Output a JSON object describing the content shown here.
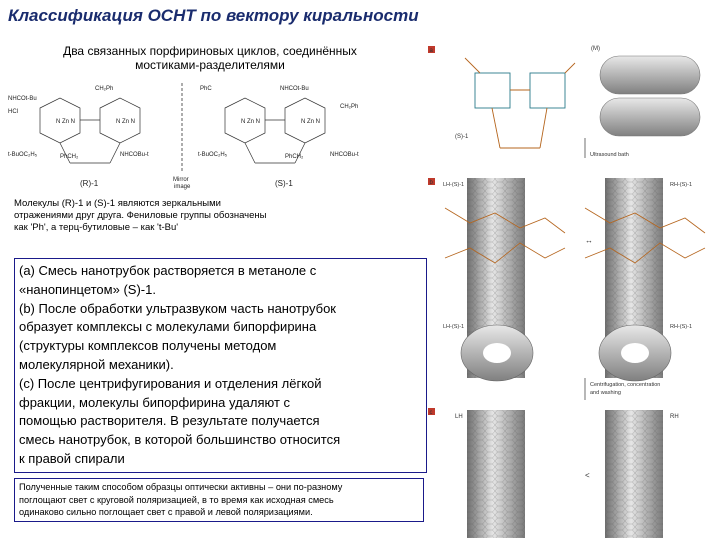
{
  "title": "Классификация ОСНТ по вектору киральности",
  "subtitle": {
    "line1": "Два связанных порфириновых циклов, соединённых",
    "line2": "мостиками-разделителями"
  },
  "chem": {
    "left_label": "(R)-1",
    "right_label": "(S)-1",
    "mirror_label_1": "Mirror",
    "mirror_label_2": "image",
    "groups_left": [
      "NHCOt-Bu",
      "CH₂Ph",
      "HCl",
      "PhCH₂",
      "t-BuOC₂H₅",
      "NHCOBu-t"
    ],
    "groups_right": [
      "PhC",
      "NHCOt-Bu",
      "CH₂Ph",
      "PhCH₂",
      "t-BuOC₂H₅",
      "NHCOBu-t"
    ]
  },
  "note": {
    "line1": "Молекулы (R)-1 и (S)-1 являются зеркальными",
    "line2": "отражениями друг друга. Фениловые группы обозначены",
    "line3": "как 'Ph', а терц-бутиловые – как 't-Bu'"
  },
  "box_lines": [
    "(а) Смесь нанотрубок растворяется в метаноле с",
    "«нанопинцетом» (S)-1.",
    "(b) После обработки ультразвуком часть нанотрубок",
    "образует комплексы с молекулами бипорфирина",
    "(структуры комплексов получены методом",
    "молекулярной механики).",
    "(c) После центрифугирования и отделения лёгкой",
    "фракции, молекулы бипорфирина удаляют с",
    "помощью растворителя. В результате получается",
    "смесь нанотрубок, в которой большинство относится",
    "к правой спирали"
  ],
  "foot_lines": [
    "Полученные таким способом образцы оптически активны – они по-разному",
    "поглощают свет с круговой поляризацией, в то время как исходная смесь",
    "одинаково сильно поглощает свет с правой и левой поляризациями."
  ],
  "figure": {
    "panel_a_marker": "a",
    "panel_b_marker": "b",
    "panel_c_marker": "c",
    "label_lh_top": "(M)",
    "label_s1": "(S)-1",
    "label_ultrasound": "Ultrasound bath",
    "label_lh_b": "LH-(S)-1",
    "label_rh_b": "RH-(S)-1",
    "label_lh_b2": "LH-(S)-1",
    "label_rh_b2": "RH-(S)-1",
    "label_centrifuge_1": "Centrifugation, concentration",
    "label_centrifuge_2": "and washing",
    "label_lh_c": "LH",
    "label_rh_c": "RH",
    "colors": {
      "tube": "#a9a9a9",
      "marker": "#c0392b",
      "molecule": "#b5651d",
      "porphyrin": "#2a7a8a"
    }
  }
}
